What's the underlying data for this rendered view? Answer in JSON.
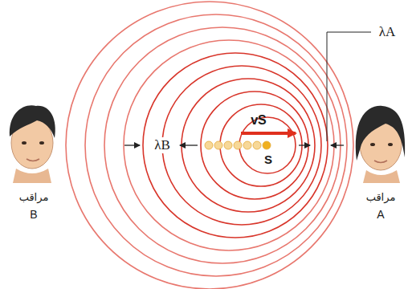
{
  "diagram": {
    "labels": [
      "λA",
      "λB",
      "vS",
      "S",
      "مراقب",
      "B",
      "مراقب",
      "A"
    ]
  }
}
